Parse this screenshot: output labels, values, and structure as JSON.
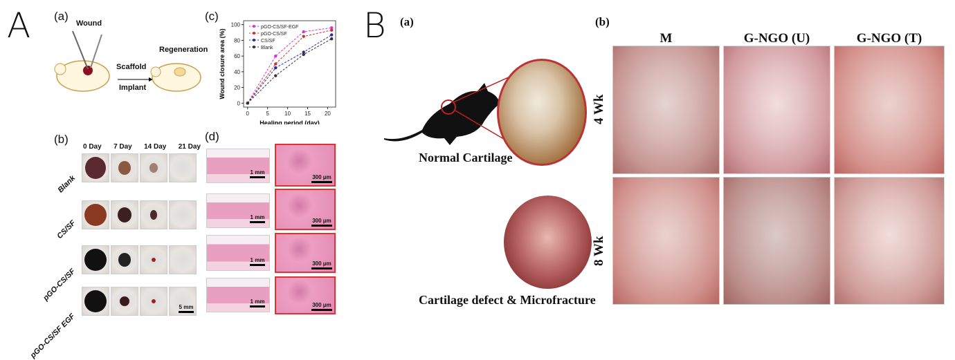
{
  "panelA": {
    "letter": "A",
    "a_label": "(a)",
    "wound": "Wound",
    "scaffold": "Scaffold",
    "implant": "Implant",
    "regeneration": "Regeneration",
    "b_label": "(b)",
    "days": [
      "0 Day",
      "7 Day",
      "14 Day",
      "21 Day"
    ],
    "groups": [
      "Blank",
      "CS/SF",
      "pGO-CS/SF",
      "pGO-CS/SF EGF"
    ],
    "scale_b": "5 mm",
    "d_label": "(d)",
    "scale_d1": "1 mm",
    "scale_d2": "300 μm"
  },
  "chart_data": {
    "type": "line",
    "panel": "(c)",
    "xlabel": "Healing period (day)",
    "ylabel": "Wound closure area (%)",
    "x": [
      0,
      7,
      14,
      21
    ],
    "xlim": [
      -1,
      22
    ],
    "ylim": [
      -5,
      105
    ],
    "xticks": [
      0,
      5,
      10,
      15,
      20
    ],
    "yticks": [
      0,
      20,
      40,
      60,
      80,
      100
    ],
    "legend": "top-left",
    "series": [
      {
        "name": "pGO-CS/SF-EGF",
        "color": "#d633d6",
        "values": [
          0,
          60,
          91,
          96
        ]
      },
      {
        "name": "pGO-CS/SF",
        "color": "#c83232",
        "values": [
          0,
          50,
          85,
          93
        ]
      },
      {
        "name": "CS/SF",
        "color": "#2a2aa0",
        "values": [
          0,
          45,
          65,
          87
        ]
      },
      {
        "name": "Blank",
        "color": "#333333",
        "values": [
          0,
          35,
          62,
          82
        ]
      }
    ]
  },
  "panelB": {
    "letter": "B",
    "a_label": "(a)",
    "normal": "Normal Cartilage",
    "defect": "Cartilage defect & Microfracture",
    "b_label": "(b)",
    "columns": [
      "M",
      "G-NGO (U)",
      "G-NGO (T)"
    ],
    "rows": [
      "4 Wk",
      "8 Wk"
    ]
  }
}
